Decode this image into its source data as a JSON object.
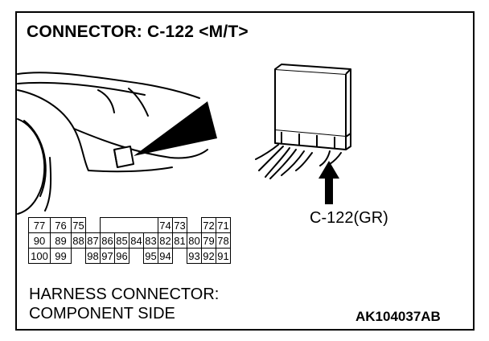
{
  "title": "CONNECTOR: C-122 <M/T>",
  "connector_label": "C-122(GR)",
  "pins": {
    "row1": [
      "77",
      "76",
      "75",
      "74",
      "73",
      "72",
      "71"
    ],
    "row2": [
      "90",
      "89",
      "88",
      "87",
      "86",
      "85",
      "84",
      "83",
      "82",
      "81",
      "80",
      "79",
      "78"
    ],
    "row3": [
      "100",
      "99",
      "98",
      "97",
      "96",
      "95",
      "94",
      "93",
      "92",
      "91"
    ]
  },
  "caption_line1": "HARNESS CONNECTOR:",
  "caption_line2": "COMPONENT SIDE",
  "figure_code": "AK104037AB",
  "icons": {
    "dashboard": "dashboard-illustration-icon",
    "module": "ecu-module-icon",
    "arrow": "up-arrow-icon",
    "pointer": "pointer-wedge-icon"
  }
}
